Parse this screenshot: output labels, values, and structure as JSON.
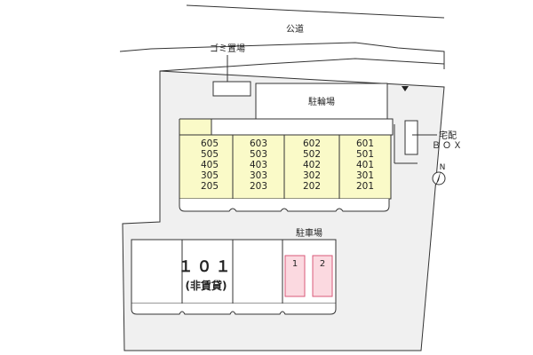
{
  "labels": {
    "public_road": "公道",
    "garbage": "ゴミ置場",
    "bicycle": "駐輪場",
    "delivery_line1": "宅配",
    "delivery_line2": "ＢＯＸ",
    "parking": "駐車場",
    "north": "N"
  },
  "units": {
    "columns": [
      [
        "605",
        "505",
        "405",
        "305",
        "205"
      ],
      [
        "603",
        "503",
        "403",
        "303",
        "203"
      ],
      [
        "602",
        "502",
        "402",
        "302",
        "202"
      ],
      [
        "601",
        "501",
        "401",
        "301",
        "201"
      ]
    ],
    "ground_unit": "１０１",
    "ground_unit_note": "(非賃貸)"
  },
  "parking_slots": [
    "1",
    "2"
  ],
  "colors": {
    "unit_fill": "#fafac8",
    "parking_fill": "#fbd9e0",
    "parking_stroke": "#d85a7a",
    "site_fill": "#f0f0f0",
    "line": "#333333"
  }
}
